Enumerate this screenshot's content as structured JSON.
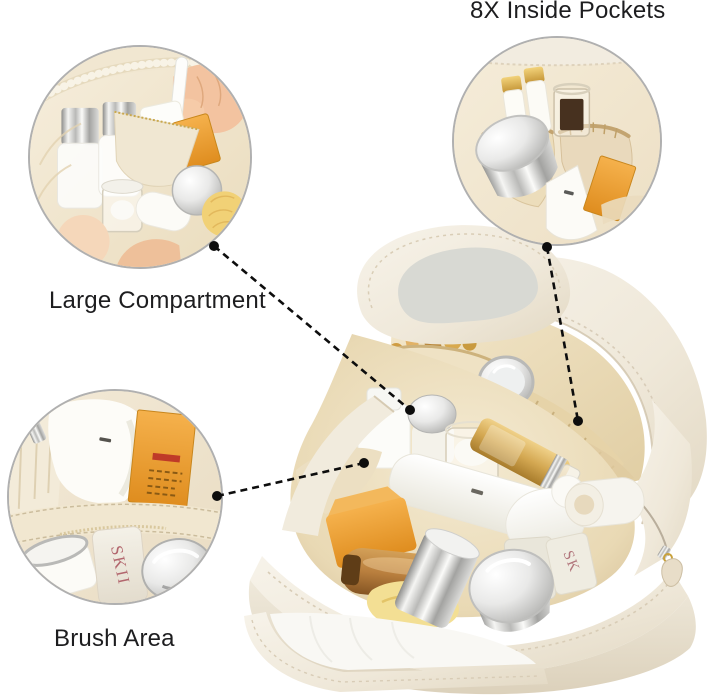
{
  "callouts": {
    "large_compartment": {
      "label": "Large Compartment"
    },
    "inside_pockets": {
      "label": "8X Inside Pockets"
    },
    "brush_area": {
      "label": "Brush Area"
    }
  },
  "product_text": {
    "bottle_brand": "SK",
    "bottle_brand_full": "SKII"
  },
  "colors": {
    "background": "#ffffff",
    "label_text": "#1d1d1f",
    "arrow": "#0d0d0d",
    "callout_ring": "#b0b0b0",
    "bag_cream": "#f1ebdf",
    "bag_shadow": "#d9cdb6",
    "lining_tan": "#eee0c2",
    "elastic_band": "#d9c49a",
    "gold_cap": "#d8a93f",
    "orange_item": "#e9a23c",
    "amber_bottle": "#b57a36",
    "silver_chrome": "#c9c9c9",
    "sponge_yellow": "#f2dd90",
    "skin_tone": "#f3c3a0",
    "brand_text": "#b2666d"
  }
}
